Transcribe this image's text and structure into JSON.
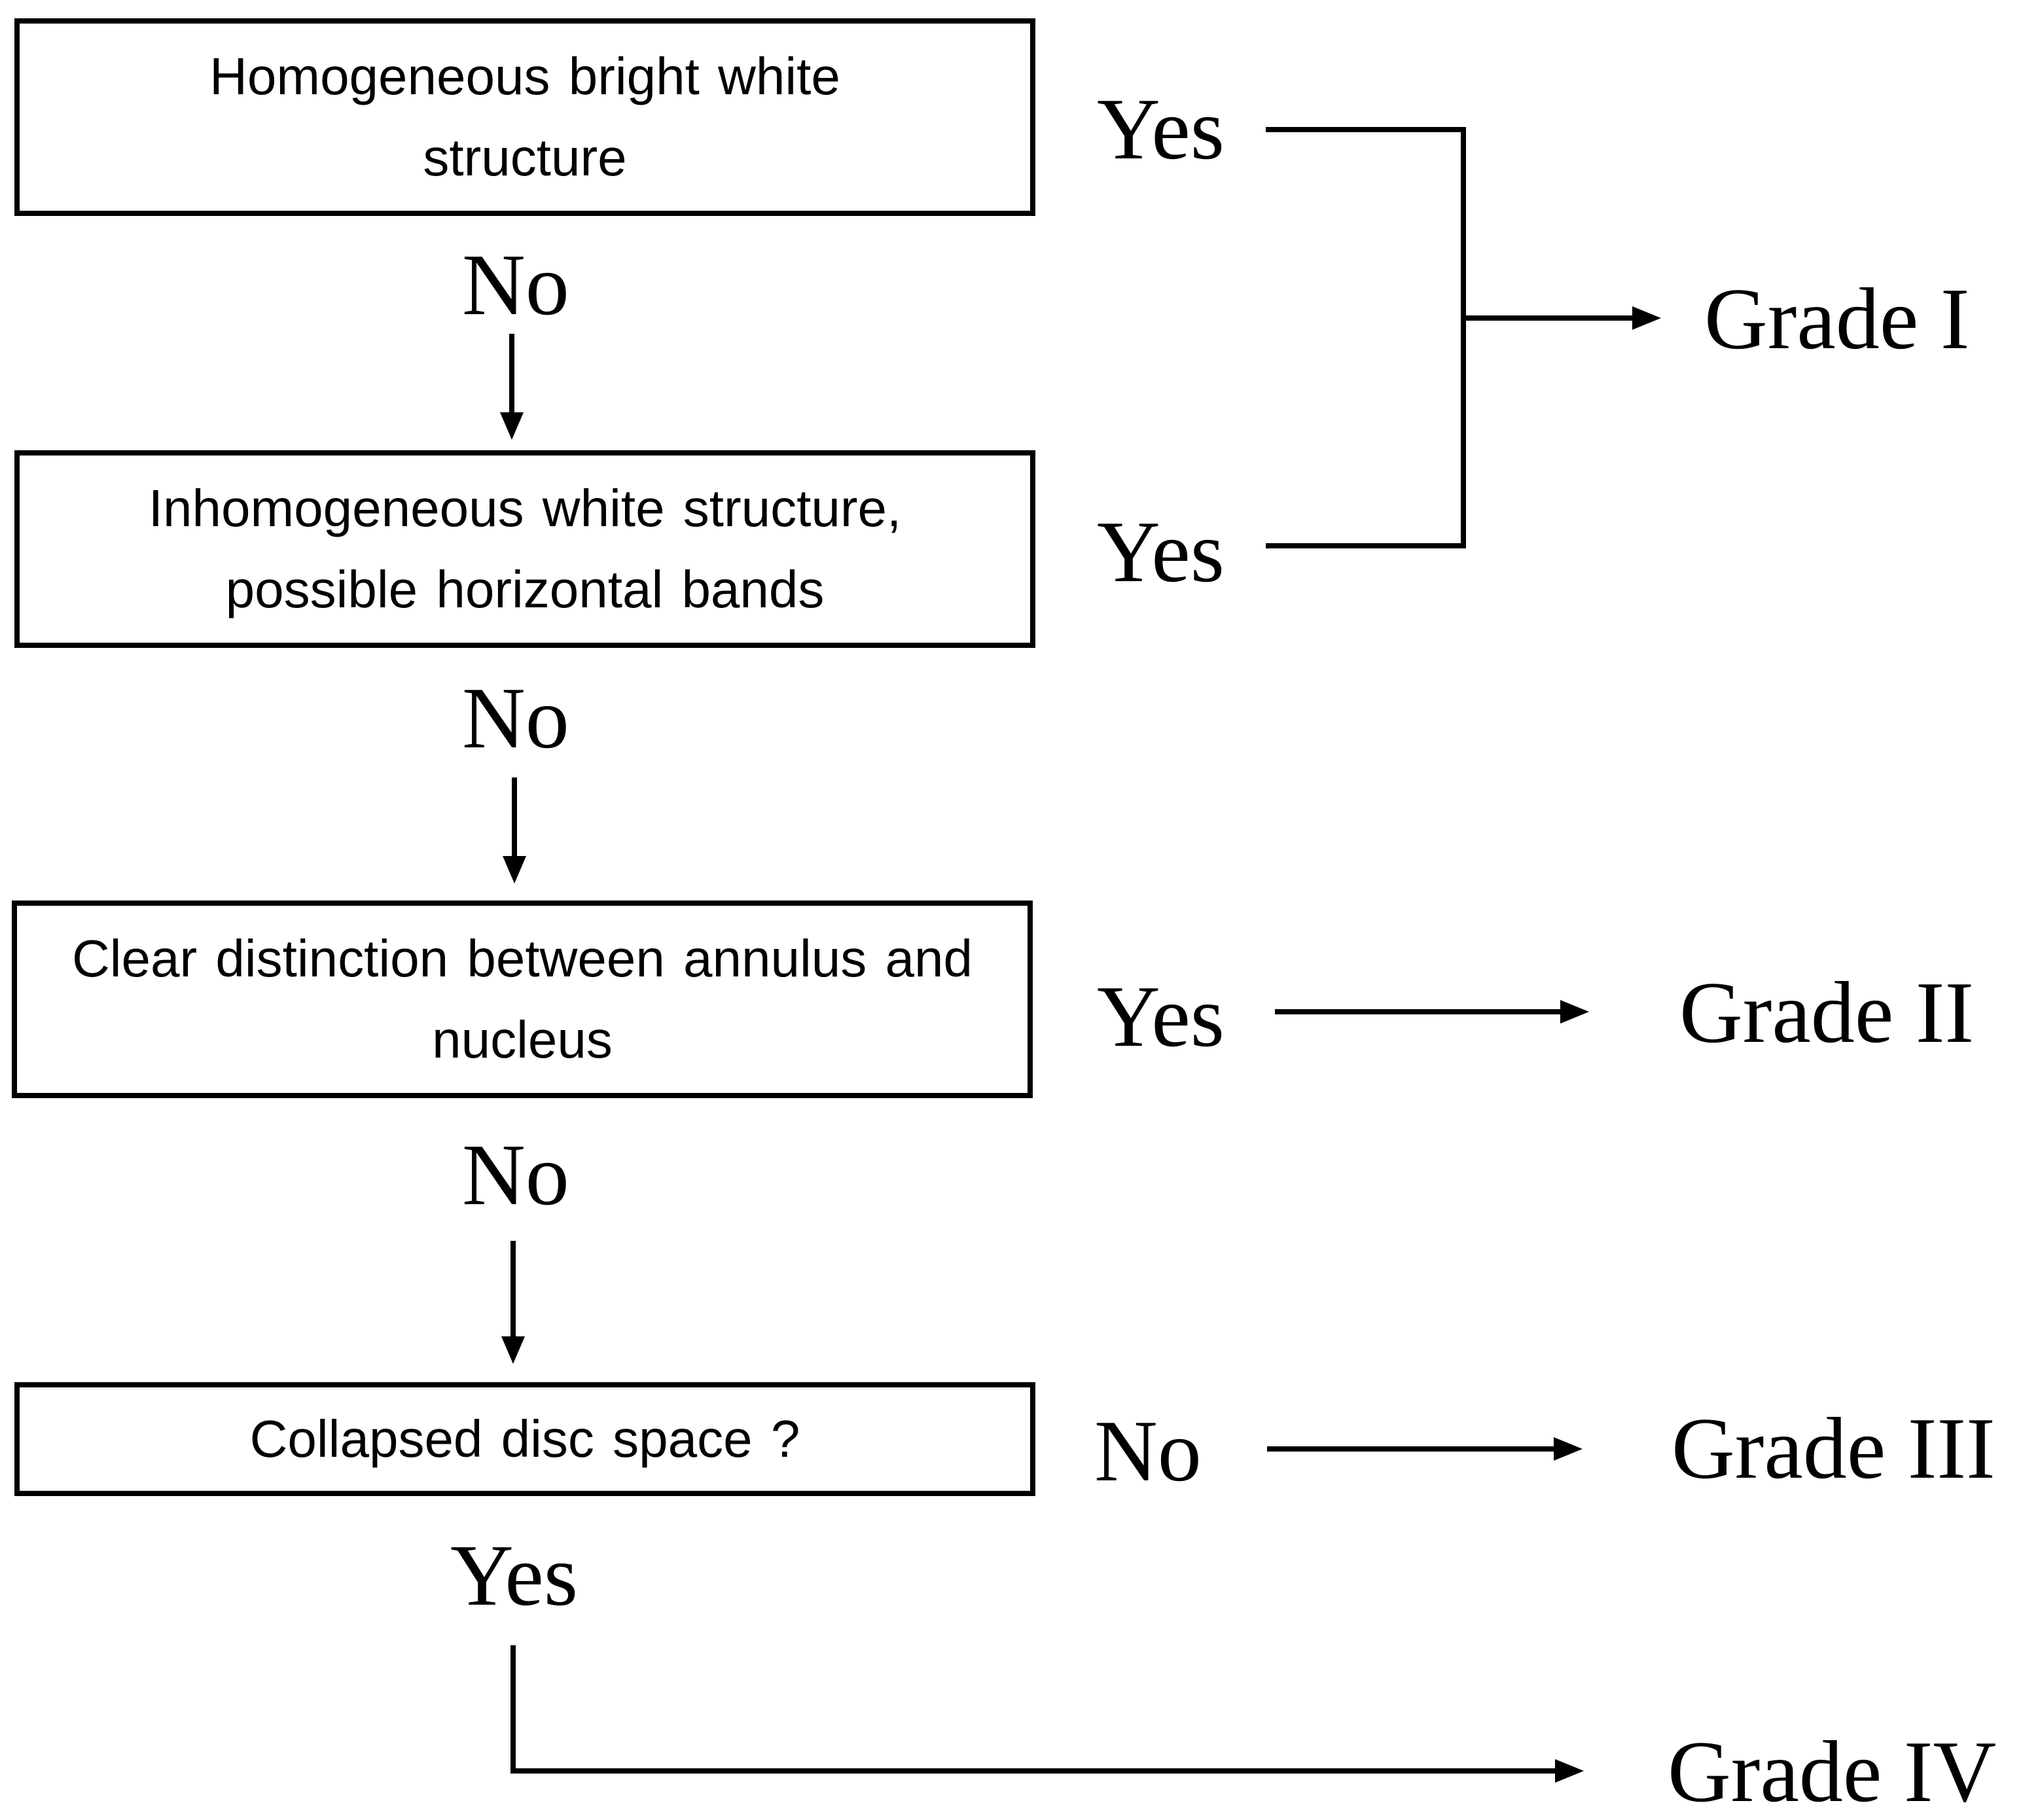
{
  "diagram": {
    "type": "flowchart",
    "nodes": [
      {
        "id": "q1",
        "text": "Homogeneous  bright  white structure"
      },
      {
        "id": "q2",
        "text": "Inhomogeneous  white structure, possible horizontal  bands"
      },
      {
        "id": "q3",
        "text": "Clear distinction between annulus and nucleus"
      },
      {
        "id": "q4",
        "text": "Collapsed  disc  space ?"
      }
    ],
    "labels": {
      "q1_no": "No",
      "q1_yes": "Yes",
      "q2_no": "No",
      "q2_yes": "Yes",
      "q3_no": "No",
      "q3_yes": "Yes",
      "q4_no": "No",
      "q4_yes": "Yes"
    },
    "outcomes": {
      "grade1": "Grade I",
      "grade2": "Grade II",
      "grade3": "Grade III",
      "grade4": "Grade IV"
    },
    "edges": [
      {
        "from": "q1",
        "to": "q2",
        "label": "No"
      },
      {
        "from": "q1",
        "to": "grade1",
        "label": "Yes"
      },
      {
        "from": "q2",
        "to": "q3",
        "label": "No"
      },
      {
        "from": "q2",
        "to": "grade1",
        "label": "Yes"
      },
      {
        "from": "q3",
        "to": "q4",
        "label": "No"
      },
      {
        "from": "q3",
        "to": "grade2",
        "label": "Yes"
      },
      {
        "from": "q4",
        "to": "grade3",
        "label": "No"
      },
      {
        "from": "q4",
        "to": "grade4",
        "label": "Yes"
      }
    ],
    "colors": {
      "line": "#000000",
      "background": "#ffffff"
    }
  }
}
